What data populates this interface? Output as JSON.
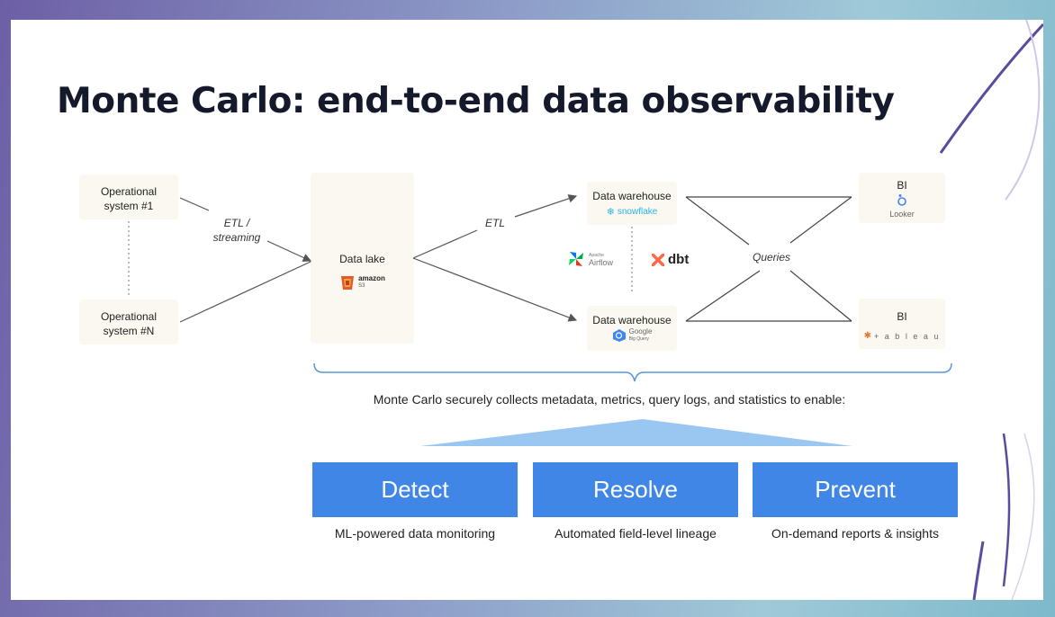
{
  "slide": {
    "title": "Monte Carlo: end-to-end data observability"
  },
  "sources": [
    {
      "label": "Operational system #1"
    },
    {
      "label": "Operational system #N"
    }
  ],
  "edges": {
    "etl_streaming": "ETL / streaming",
    "etl": "ETL",
    "queries": "Queries"
  },
  "data_lake": {
    "label": "Data lake",
    "logo_text": "amazon",
    "logo_sub": "S3"
  },
  "warehouses": [
    {
      "label": "Data warehouse",
      "logo_text": "snowflake",
      "logo": "snowflake-logo"
    },
    {
      "label": "Data warehouse",
      "logo_text": "Google",
      "logo_sub": "Big Query",
      "logo": "bigquery-logo"
    }
  ],
  "tools": {
    "airflow": {
      "label": "Airflow",
      "pre": "Apache"
    },
    "dbt": {
      "label": "dbt"
    }
  },
  "bi": [
    {
      "label": "BI",
      "logo_text": "Looker",
      "logo": "looker-logo"
    },
    {
      "label": "BI",
      "logo_text": "+ a b l e a u",
      "logo": "tableau-logo"
    }
  ],
  "caption": "Monte Carlo securely collects metadata, metrics, query logs, and statistics to enable:",
  "pillars": [
    {
      "title": "Detect",
      "subtitle": "ML-powered data monitoring"
    },
    {
      "title": "Resolve",
      "subtitle": "Automated field-level lineage"
    },
    {
      "title": "Prevent",
      "subtitle": "On-demand reports & insights"
    }
  ],
  "colors": {
    "pillar": "#3f86e6",
    "triangle": "#9ac7f2",
    "brace": "#5a95d8",
    "title": "#141a2b",
    "deco_line": "#5b4a9e"
  }
}
